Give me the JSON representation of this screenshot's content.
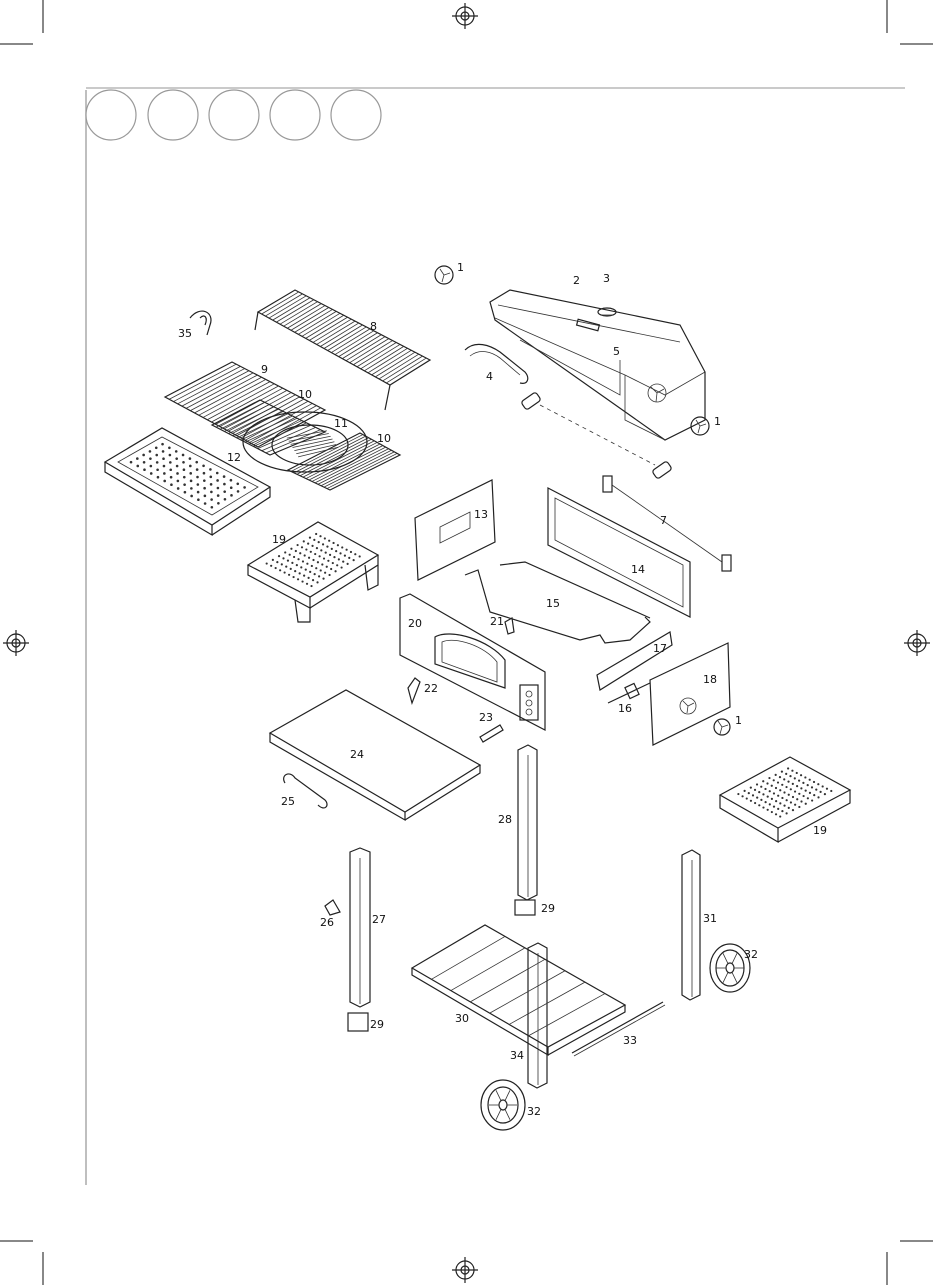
{
  "page": {
    "header_tabs": [
      "",
      "",
      "",
      "",
      ""
    ]
  },
  "parts": [
    {
      "id": "p1a",
      "label": "1"
    },
    {
      "id": "p2",
      "label": "2"
    },
    {
      "id": "p3",
      "label": "3"
    },
    {
      "id": "p4",
      "label": "4"
    },
    {
      "id": "p5",
      "label": "5"
    },
    {
      "id": "p1b",
      "label": "1"
    },
    {
      "id": "p7",
      "label": "7"
    },
    {
      "id": "p8",
      "label": "8"
    },
    {
      "id": "p9",
      "label": "9"
    },
    {
      "id": "p10a",
      "label": "10"
    },
    {
      "id": "p11",
      "label": "11"
    },
    {
      "id": "p10b",
      "label": "10"
    },
    {
      "id": "p12",
      "label": "12"
    },
    {
      "id": "p35",
      "label": "35"
    },
    {
      "id": "p13",
      "label": "13"
    },
    {
      "id": "p14",
      "label": "14"
    },
    {
      "id": "p15",
      "label": "15"
    },
    {
      "id": "p19a",
      "label": "19"
    },
    {
      "id": "p20",
      "label": "20"
    },
    {
      "id": "p21",
      "label": "21"
    },
    {
      "id": "p17",
      "label": "17"
    },
    {
      "id": "p18",
      "label": "18"
    },
    {
      "id": "p16",
      "label": "16"
    },
    {
      "id": "p1c",
      "label": "1"
    },
    {
      "id": "p22",
      "label": "22"
    },
    {
      "id": "p23",
      "label": "23"
    },
    {
      "id": "p24",
      "label": "24"
    },
    {
      "id": "p25",
      "label": "25"
    },
    {
      "id": "p28",
      "label": "28"
    },
    {
      "id": "p19b",
      "label": "19"
    },
    {
      "id": "p29a",
      "label": "29"
    },
    {
      "id": "p26",
      "label": "26"
    },
    {
      "id": "p27",
      "label": "27"
    },
    {
      "id": "p31",
      "label": "31"
    },
    {
      "id": "p32a",
      "label": "32"
    },
    {
      "id": "p30",
      "label": "30"
    },
    {
      "id": "p29b",
      "label": "29"
    },
    {
      "id": "p33",
      "label": "33"
    },
    {
      "id": "p34",
      "label": "34"
    },
    {
      "id": "p32b",
      "label": "32"
    }
  ]
}
